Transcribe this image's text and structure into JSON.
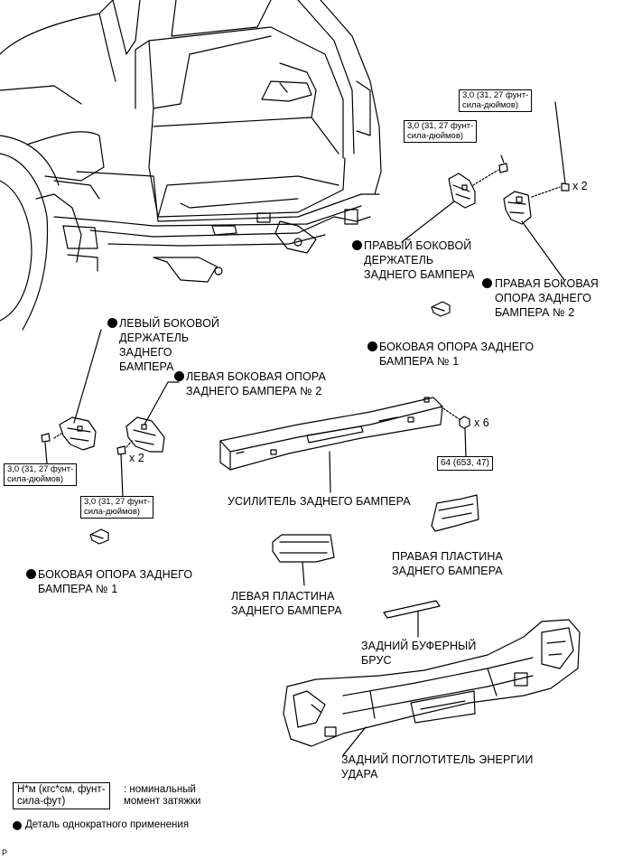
{
  "labels": {
    "right_holder": [
      "ПРАВЫЙ БОКОВОЙ",
      "ДЕРЖАТЕЛЬ",
      "ЗАДНЕГО БАМПЕРА"
    ],
    "right_support2": [
      "ПРАВАЯ БОКОВАЯ",
      "ОПОРА ЗАДНЕГО",
      "БАМПЕРА № 2"
    ],
    "right_support1": [
      "БОКОВАЯ ОПОРА ЗАДНЕГО",
      "БАМПЕРА № 1"
    ],
    "left_holder": [
      "ЛЕВЫЙ БОКОВОЙ",
      "ДЕРЖАТЕЛЬ",
      "ЗАДНЕГО",
      "БАМПЕРА"
    ],
    "left_support2": [
      "ЛЕВАЯ БОКОВАЯ ОПОРА",
      "ЗАДНЕГО БАМПЕРА № 2"
    ],
    "left_support1": [
      "БОКОВАЯ ОПОРА ЗАДНЕГО",
      "БАМПЕРА № 1"
    ],
    "reinforcement": "УСИЛИТЕЛЬ ЗАДНЕГО БАМПЕРА",
    "right_plate": [
      "ПРАВАЯ ПЛАСТИНА",
      "ЗАДНЕГО БАМПЕРА"
    ],
    "left_plate": [
      "ЛЕВАЯ ПЛАСТИНА",
      "ЗАДНЕГО БАМПЕРА"
    ],
    "buffer_bar": [
      "ЗАДНИЙ БУФЕРНЫЙ",
      "БРУС"
    ],
    "absorber": [
      "ЗАДНИЙ ПОГЛОТИТЕЛЬ ЭНЕРГИИ",
      "УДАРА"
    ]
  },
  "torques": {
    "top_right": [
      "3,0 (31, 27 фунт-",
      "сила-дюймов)"
    ],
    "top_mid": [
      "3,0 (31, 27 фунт-",
      "сила-дюймов)"
    ],
    "left_a": [
      "3,0 (31, 27 фунт-",
      "сила-дюймов)"
    ],
    "left_b": [
      "3,0 (31, 27 фунт-",
      "сила-дюймов)"
    ],
    "reinforcement": "64 (653, 47)"
  },
  "multipliers": {
    "top_right": "x 2",
    "left": "x 2",
    "nuts": "x 6"
  },
  "legend": {
    "torque_units": [
      "Н*м (кгс*см, фунт-",
      "сила-фут)"
    ],
    "torque_desc": [
      ": номинальный",
      "момент затяжки"
    ],
    "single_use": "Деталь однократного применения"
  },
  "figure_code": "P"
}
